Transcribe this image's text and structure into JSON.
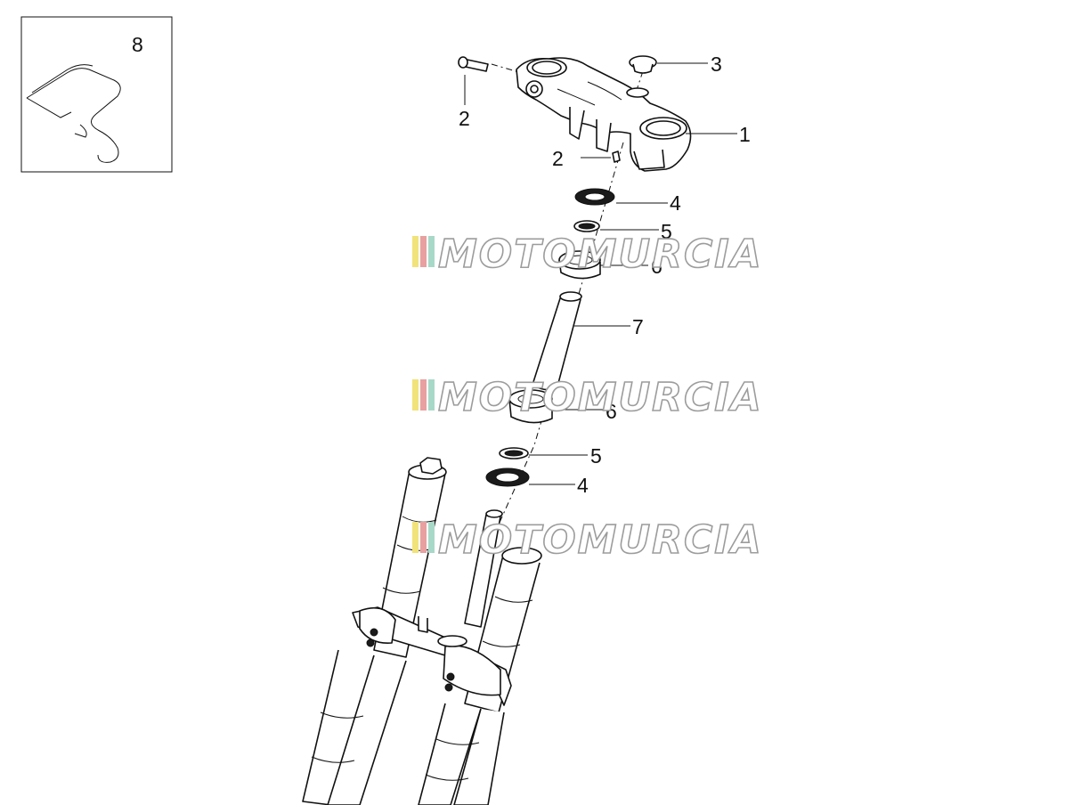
{
  "diagram": {
    "part_labels": [
      "1",
      "2",
      "2",
      "3",
      "4",
      "5",
      "6",
      "7",
      "6",
      "5",
      "4",
      "8"
    ],
    "watermark_text": "MOTOMURCIA",
    "watermark_colors": [
      "#f2e27a",
      "#e8a0a0",
      "#a8d8c8"
    ]
  }
}
